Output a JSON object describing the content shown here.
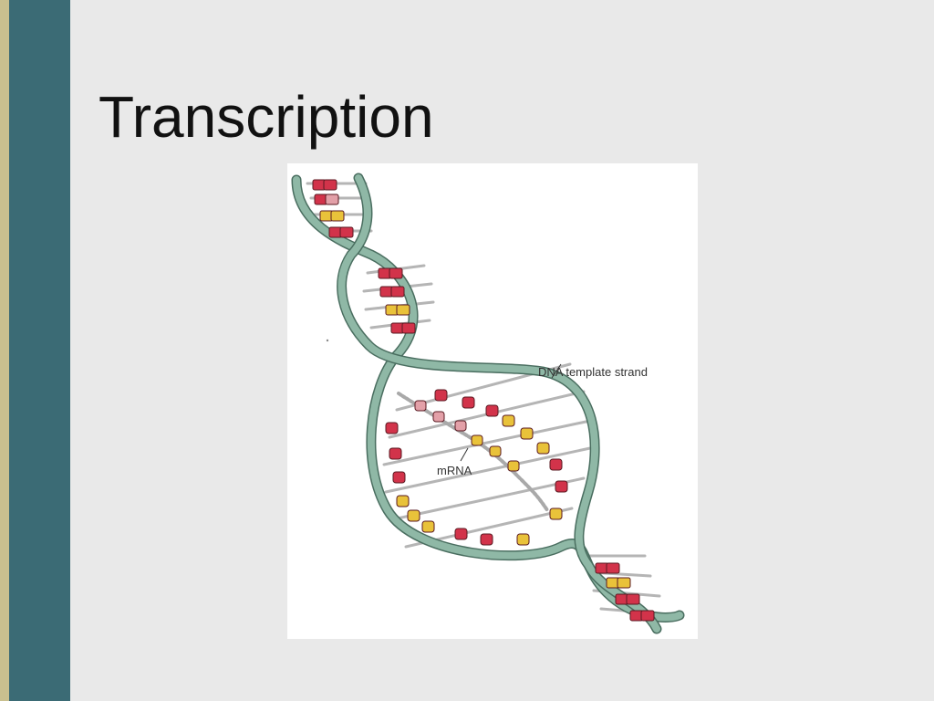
{
  "slide": {
    "title": "Transcription"
  },
  "diagram": {
    "labels": {
      "template_strand": "DNA template strand",
      "mrna": "mRNA"
    }
  },
  "colors": {
    "background": "#e9e9e9",
    "side_stripe_gold": "#c9c08f",
    "side_stripe_teal": "#3b6b75",
    "backbone": "#8fb8a6",
    "backbone_outline": "#4a6e60",
    "base_red": "#d2334a",
    "base_yellow": "#e9c23a",
    "base_pink": "#e3a0a8",
    "rung_gray": "#b5b5b5",
    "mrna_gray": "#a9a9a9"
  }
}
